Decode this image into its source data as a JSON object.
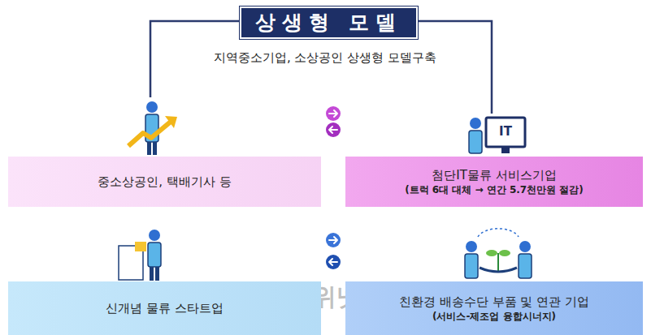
{
  "diagram": {
    "title": "상생형 모델",
    "nodes": [
      {
        "text": [
          "중소상공인, 택배기사 등"
        ]
      },
      {
        "text": [
          "첨단IT물류 서비스기업",
          "(트럭 6대 대체 → 연간 5.7천만원 절감)"
        ]
      },
      {
        "text": [
          "신개념 물류 스타트업"
        ]
      },
      {
        "text": [
          "친환경 배송수단 부품 및 연관 기업",
          "(서비스-제조업 융합시너지)"
        ]
      }
    ],
    "edges": [
      {
        "from": 0,
        "to": 1,
        "arrow": "to"
      },
      {
        "from": 1,
        "to": 0,
        "arrow": "to"
      },
      {
        "from": 2,
        "to": 3,
        "arrow": "to"
      },
      {
        "from": 3,
        "to": 2,
        "arrow": "to"
      }
    ],
    "labels": [
      "지역중소기업, 소상공인 상생형 모델구축",
      "IT",
      "군위넷"
    ]
  }
}
